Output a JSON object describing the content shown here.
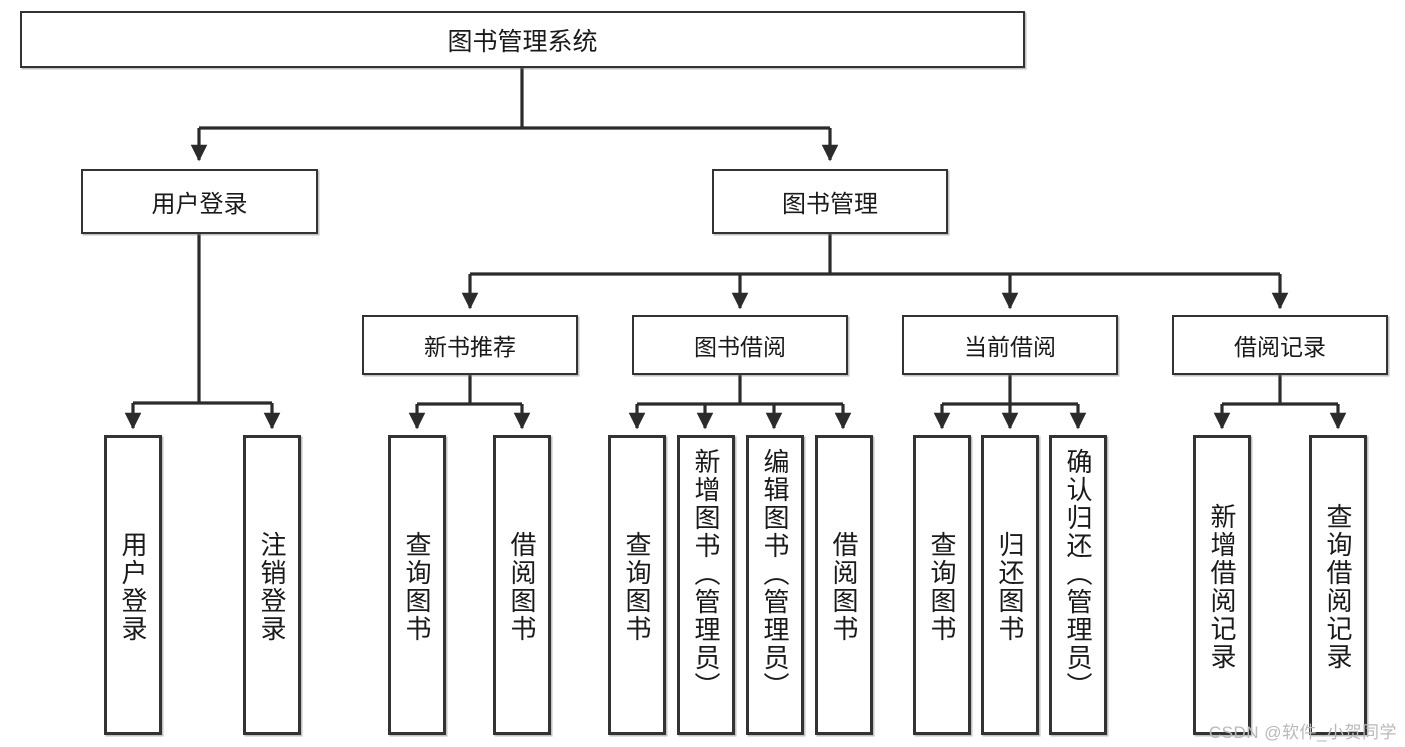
{
  "diagram": {
    "title": "图书管理系统",
    "type": "tree-hierarchy",
    "watermark": "CSDN @软件_小贺同学",
    "colors": {
      "border": "#333333",
      "background": "#ffffff",
      "text": "#1a1a1a",
      "watermark": "#b9b9b9"
    },
    "root": {
      "label": "图书管理系统"
    },
    "level2": [
      {
        "label": "用户登录"
      },
      {
        "label": "图书管理"
      }
    ],
    "level3": [
      {
        "label": "新书推荐"
      },
      {
        "label": "图书借阅"
      },
      {
        "label": "当前借阅"
      },
      {
        "label": "借阅记录"
      }
    ],
    "leaves": {
      "user_login": [
        {
          "label": "用户登录"
        },
        {
          "label": "注销登录"
        }
      ],
      "new_book_recommend": [
        {
          "label": "查询图书"
        },
        {
          "label": "借阅图书"
        }
      ],
      "book_borrow": [
        {
          "label": "查询图书"
        },
        {
          "label": "新增图书（管理员）"
        },
        {
          "label": "编辑图书（管理员）"
        },
        {
          "label": "借阅图书"
        }
      ],
      "current_borrow": [
        {
          "label": "查询图书"
        },
        {
          "label": "归还图书"
        },
        {
          "label": "确认归还（管理员）"
        }
      ],
      "borrow_record": [
        {
          "label": "新增借阅记录"
        },
        {
          "label": "查询借阅记录"
        }
      ]
    }
  }
}
